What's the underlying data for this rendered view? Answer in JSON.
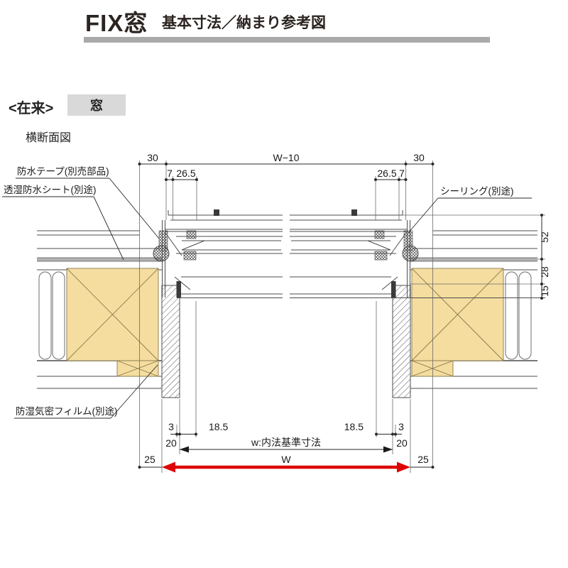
{
  "header": {
    "title_main": "FIX窓",
    "title_sub": "基本寸法／納まり参考図"
  },
  "section": {
    "type_label": "<在来>",
    "category_label": "窓",
    "view_label": "横断面図"
  },
  "callouts": {
    "waterproof_tape": "防水テープ(別売部品)",
    "moisture_permeable_sheet": "透湿防水シート(別途)",
    "sealing": "シーリング(別途)",
    "vapor_barrier_film": "防湿気密フィルム(別途)"
  },
  "dimensions": {
    "top": {
      "left_30": "30",
      "w_minus_10": "W−10",
      "right_30": "30",
      "left_7": "7",
      "left_26_5": "26.5",
      "right_26_5": "26.5",
      "right_7": "7"
    },
    "right_side": {
      "d_52": "52",
      "d_28": "28",
      "d_15": "15"
    },
    "bottom": {
      "left_3": "3",
      "left_18_5": "18.5",
      "right_18_5": "18.5",
      "right_3": "3",
      "left_20": "20",
      "right_20": "20",
      "inner_width_label": "w:内法基準寸法",
      "left_25": "25",
      "right_25": "25",
      "total_width_label": "W"
    }
  },
  "colors": {
    "accent_red": "#dd0403",
    "wood_fill": "#f4dd9f",
    "title_rule_gray": "#a9a9a9",
    "category_box_gray": "#d9d9d9"
  }
}
